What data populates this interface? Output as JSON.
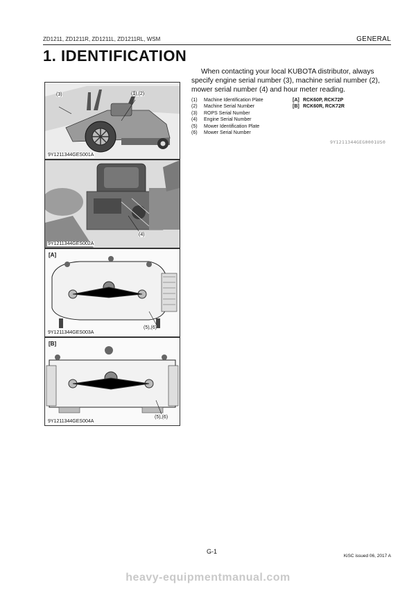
{
  "header": {
    "models": "ZD1211, ZD1211R, ZD1211L, ZD1211RL, WSM",
    "section": "GENERAL"
  },
  "page_title": "1.  IDENTIFICATION",
  "intro_text": "When contacting your local KUBOTA distributor, always specify engine serial number (3), machine serial number (2), mower serial number (4) and hour meter reading.",
  "legend": [
    {
      "num": "(1)",
      "label": "Machine Identification Plate"
    },
    {
      "num": "(2)",
      "label": "Machine Serial Number"
    },
    {
      "num": "(3)",
      "label": "ROPS Serial Number"
    },
    {
      "num": "(4)",
      "label": "Engine Serial Number"
    },
    {
      "num": "(5)",
      "label": "Mower Identification Plate"
    },
    {
      "num": "(6)",
      "label": "Mower Serial Number"
    }
  ],
  "variants": [
    {
      "tag": "[A]",
      "models": "RCK60P, RCK72P"
    },
    {
      "tag": "[B]",
      "models": "RCK60R, RCK72R"
    }
  ],
  "doc_code": "9Y1211344GEG0001US0",
  "figures": [
    {
      "code": "9Y1211344GES001A",
      "callout_a": "(3)",
      "callout_b": "(1),(2)"
    },
    {
      "code": "9Y1211344GES002A",
      "callout_a": "(4)"
    },
    {
      "code": "9Y1211344GES003A",
      "bracket": "[A]",
      "callout_a": "(5),(6)"
    },
    {
      "code": "9Y1211344GES004A",
      "bracket": "[B]",
      "callout_a": "(5),(6)"
    }
  ],
  "footer": {
    "page_number": "G-1",
    "issued": "KiSC issued 06, 2017 A",
    "watermark": "heavy-equipmentmanual.com"
  }
}
